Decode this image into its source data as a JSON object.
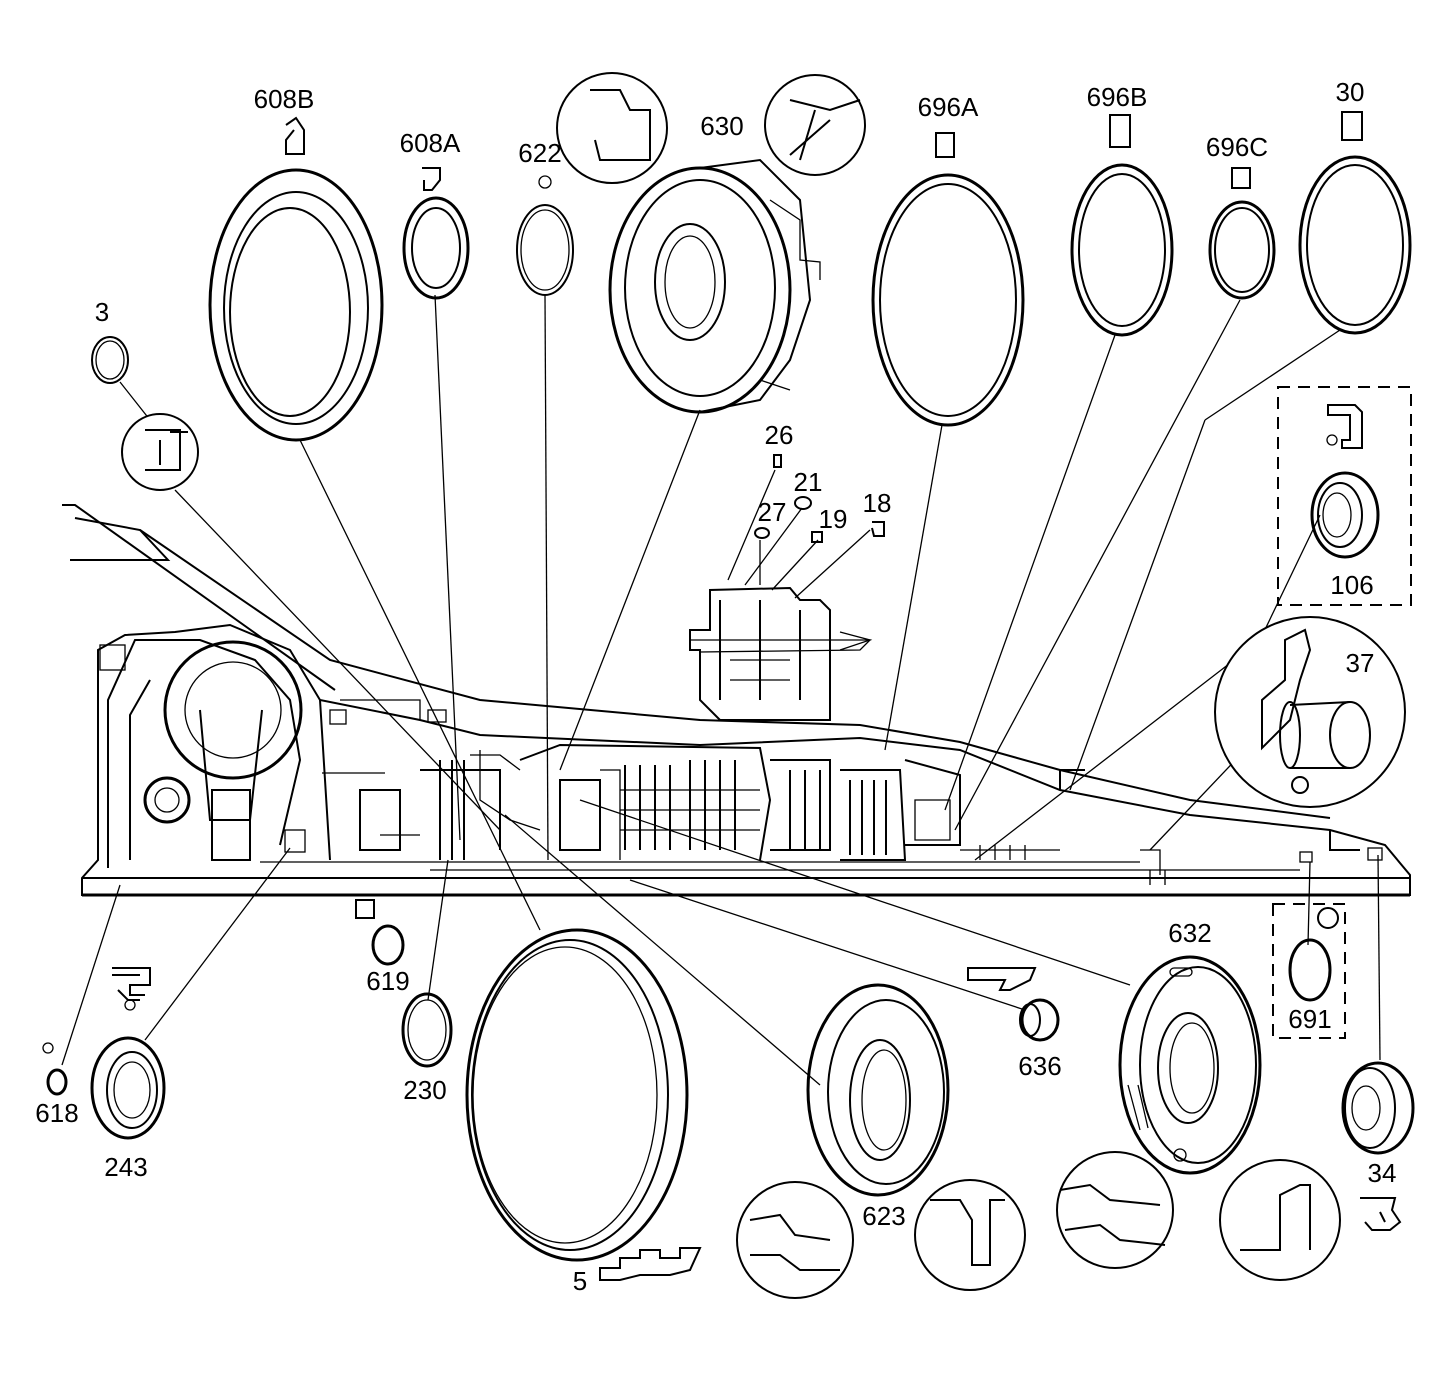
{
  "diagram": {
    "callouts": [
      {
        "id": "608B",
        "text": "608B"
      },
      {
        "id": "608A",
        "text": "608A"
      },
      {
        "id": "622",
        "text": "622"
      },
      {
        "id": "630",
        "text": "630"
      },
      {
        "id": "696A",
        "text": "696A"
      },
      {
        "id": "696B",
        "text": "696B"
      },
      {
        "id": "696C",
        "text": "696C"
      },
      {
        "id": "30",
        "text": "30"
      },
      {
        "id": "3",
        "text": "3"
      },
      {
        "id": "26",
        "text": "26"
      },
      {
        "id": "21",
        "text": "21"
      },
      {
        "id": "27",
        "text": "27"
      },
      {
        "id": "19",
        "text": "19"
      },
      {
        "id": "18",
        "text": "18"
      },
      {
        "id": "106",
        "text": "106"
      },
      {
        "id": "37",
        "text": "37"
      },
      {
        "id": "619",
        "text": "619"
      },
      {
        "id": "230",
        "text": "230"
      },
      {
        "id": "618",
        "text": "618"
      },
      {
        "id": "243",
        "text": "243"
      },
      {
        "id": "636",
        "text": "636"
      },
      {
        "id": "632",
        "text": "632"
      },
      {
        "id": "691",
        "text": "691"
      },
      {
        "id": "623",
        "text": "623"
      },
      {
        "id": "34",
        "text": "34"
      },
      {
        "id": "5",
        "text": "5"
      }
    ]
  }
}
